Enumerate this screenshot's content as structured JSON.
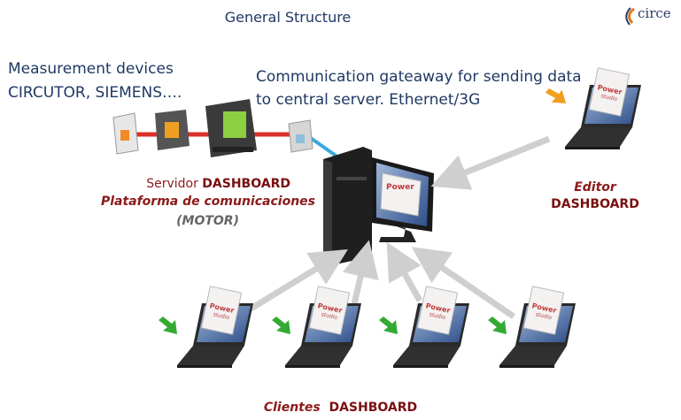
{
  "title": "General Structure",
  "logo_text": "circe",
  "measurement": {
    "line1": "Measurement devices",
    "line2": "CIRCUTOR, SIEMENS…."
  },
  "gateway": {
    "line1": "Communication gateaway for sending data",
    "line2": "to central server. Ethernet/3G"
  },
  "server": {
    "servidor": "Servidor",
    "dashboard": "DASHBOARD",
    "platform": "Plataforma de comunicaciones",
    "motor": "(MOTOR)"
  },
  "editor": {
    "label": "Editor",
    "dashboard": "DASHBOARD"
  },
  "clients": {
    "label": "Clientes",
    "dashboard": "DASHBOARD"
  },
  "colors": {
    "title": "#1f3864",
    "dark_red": "#7a0f0f",
    "arrow": "#cfcfcf",
    "cable_red": "#d9302a",
    "cable_blue": "#3aa8dc"
  },
  "icons": [
    "circe-logo-icon",
    "measurement-device-icon",
    "gateway-icon",
    "server-pc-icon",
    "laptop-icon",
    "arrow-icon"
  ]
}
